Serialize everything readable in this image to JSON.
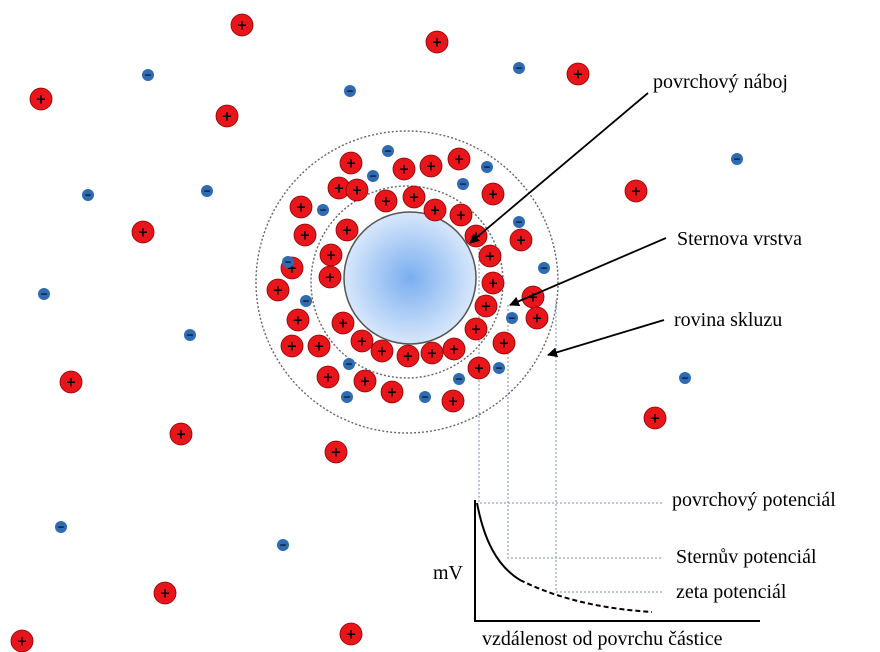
{
  "labels": {
    "surface_charge": "povrchový náboj",
    "stern_layer": "Sternova vrstva",
    "slip_plane": "rovina skluzu",
    "surface_potential": "povrchový potenciál",
    "stern_potential": "Sternův potenciál",
    "zeta_potential": "zeta potenciál",
    "y_axis_unit": "mV",
    "x_axis_title": "vzdálenost od povrchu částice"
  },
  "symbols": {
    "cation": "+",
    "anion": "−"
  },
  "colors": {
    "cation_fill": "#e8151b",
    "cation_outline": "#8a0000",
    "anion_fill": "#2e6bb3",
    "particle_center": "#7aaef0",
    "particle_edge": "#d7e7fb",
    "dotted_guides": "#8fa3bf",
    "dashed_rings": "#666666"
  },
  "potential_curve": {
    "levels": [
      "surface",
      "stern",
      "zeta"
    ],
    "style": "exponential decay, solid then dashed"
  }
}
